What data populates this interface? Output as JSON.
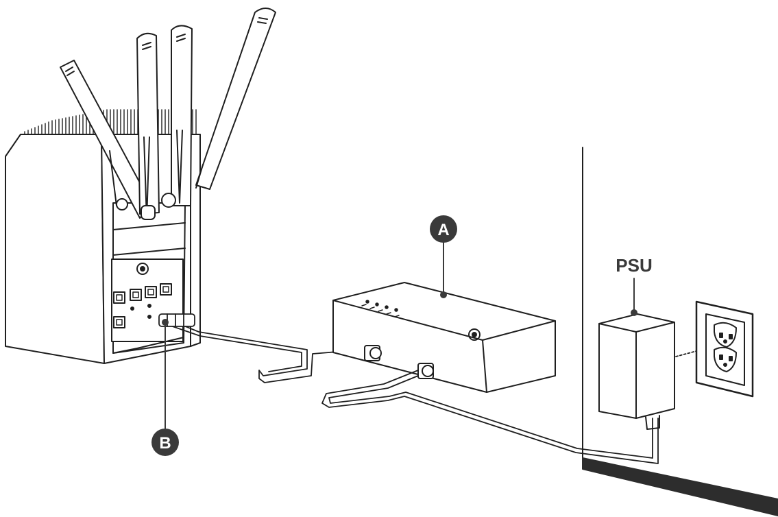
{
  "callouts": {
    "a": {
      "letter": "A"
    },
    "b": {
      "letter": "B"
    }
  },
  "labels": {
    "psu": "PSU"
  },
  "colors": {
    "line": "#1f1f1f",
    "callout_fill": "#3a3a3a",
    "fill": "#ffffff",
    "floor": "#2d2d2d"
  },
  "icons": [
    "router-unit",
    "antenna",
    "poe-injector",
    "power-supply-unit",
    "wall-outlet",
    "ethernet-cable"
  ]
}
